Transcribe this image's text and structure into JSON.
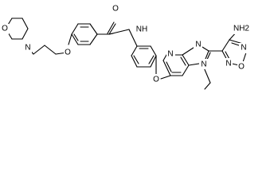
{
  "atoms": {
    "morpholine_o": "O",
    "morpholine_n": "N",
    "ether_o1": "O",
    "carbonyl_o": "O",
    "amide_nh": "NH",
    "ether_o2": "O",
    "pyridine_n": "N",
    "imidazole_n3": "N",
    "imidazole_n1": "N",
    "furazan_n_top": "N",
    "furazan_o": "O",
    "furazan_n_bottom": "N",
    "amine_nh2": "NH2"
  },
  "colors": {
    "bond": "#000000",
    "label": "#000000",
    "background": "#ffffff"
  }
}
